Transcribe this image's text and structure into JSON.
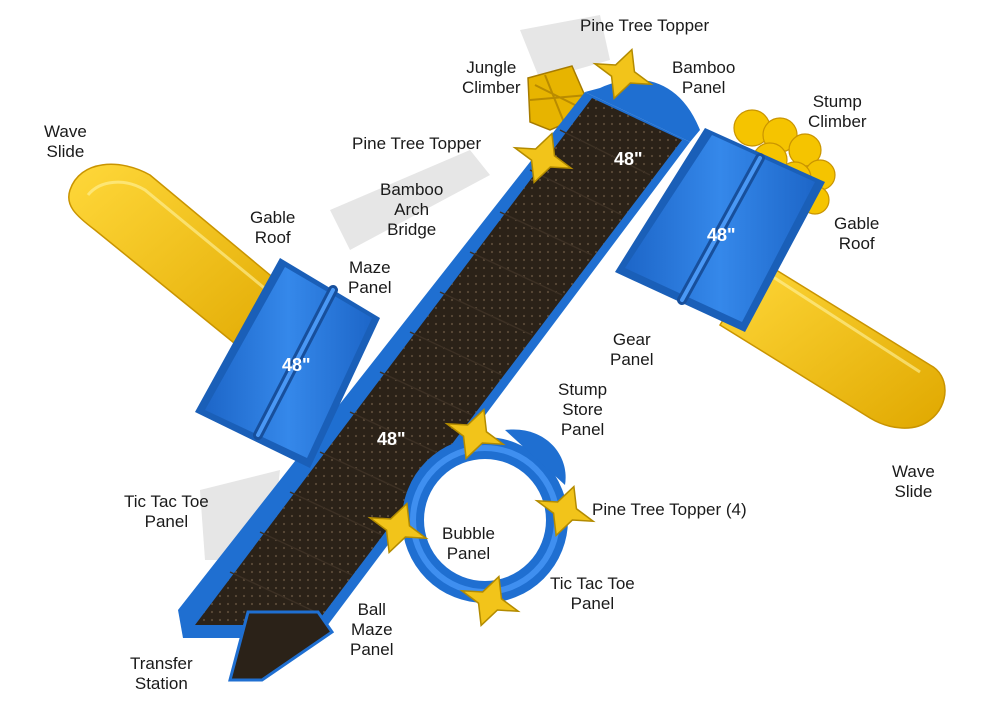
{
  "colors": {
    "deck_blue": "#1f6fd1",
    "roof_blue": "#2a7be0",
    "slide_yellow": "#f5c400",
    "walkway_brown": "#2b2218",
    "topper_yellow": "#f2c41a"
  },
  "labels": {
    "pine_tree_topper_top": "Pine Tree Topper",
    "jungle_climber": [
      "Jungle",
      "Climber"
    ],
    "bamboo_panel": [
      "Bamboo",
      "Panel"
    ],
    "stump_climber": [
      "Stump",
      "Climber"
    ],
    "wave_slide_left": [
      "Wave",
      "Slide"
    ],
    "pine_tree_topper_mid": "Pine Tree Topper",
    "bamboo_arch_bridge": [
      "Bamboo",
      "Arch",
      "Bridge"
    ],
    "gable_roof_left": [
      "Gable",
      "Roof"
    ],
    "gable_roof_right": [
      "Gable",
      "Roof"
    ],
    "maze_panel": [
      "Maze",
      "Panel"
    ],
    "gear_panel": [
      "Gear",
      "Panel"
    ],
    "stump_store_panel": [
      "Stump",
      "Store",
      "Panel"
    ],
    "wave_slide_right": [
      "Wave",
      "Slide"
    ],
    "tic_tac_toe_left": [
      "Tic Tac Toe",
      "Panel"
    ],
    "pine_tree_topper_4": "Pine Tree Topper (4)",
    "bubble_panel": [
      "Bubble",
      "Panel"
    ],
    "tic_tac_toe_right": [
      "Tic Tac Toe",
      "Panel"
    ],
    "ball_maze_panel": [
      "Ball",
      "Maze",
      "Panel"
    ],
    "transfer_station": [
      "Transfer",
      "Station"
    ]
  },
  "heights": {
    "deck_top_right": "48\"",
    "roof_right": "48\"",
    "roof_left": "48\"",
    "deck_center": "48\""
  }
}
